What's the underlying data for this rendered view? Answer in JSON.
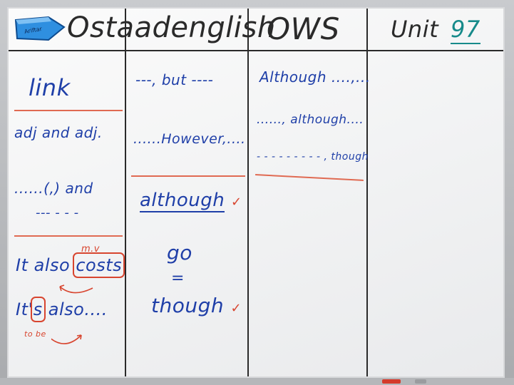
{
  "header": {
    "brand": "Ostaadenglish",
    "column2_title": "OWS",
    "unit_label": "Unit",
    "unit_number": "97",
    "eraser_label": "Ariftar"
  },
  "column1": {
    "title": "link",
    "line1": "adj and adj.",
    "line2": "......(,) and",
    "line3": "--- - - -",
    "line4_start": "It also",
    "line4_boxed": "costs",
    "line4_note": "m.v",
    "line5_start": "It'",
    "line5_boxed": "s",
    "line5_end": "also....",
    "line5_note": "to be"
  },
  "column2": {
    "line1": "---, but ----",
    "line2": "......However,....",
    "line3": "although",
    "check1": "✓",
    "line4": "go",
    "line5": "=",
    "line6": "though",
    "check2": "✓"
  },
  "column3": {
    "line1": "Although ....,...",
    "line2": "......, although....",
    "line3": "- - - - - - - - - , though"
  }
}
